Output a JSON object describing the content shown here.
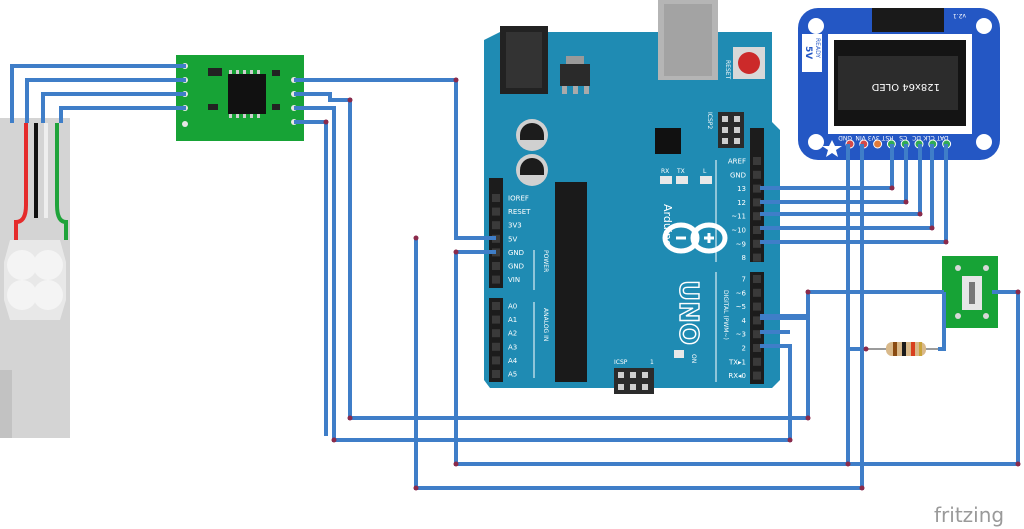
{
  "arduino": {
    "brand": "Arduino",
    "model": "UNO",
    "labels": {
      "reset": "RESET",
      "icsp2": "ICSP2",
      "icsp": "ICSP",
      "icsp_num": "1",
      "rx": "RX",
      "tx": "TX",
      "l": "L",
      "on": "ON",
      "power": "POWER",
      "analog_in": "ANALOG IN",
      "digital": "DIGITAL (PWM~)"
    },
    "power_pins": [
      "IOREF",
      "RESET",
      "3V3",
      "5V",
      "GND",
      "GND",
      "VIN"
    ],
    "analog_pins": [
      "A0",
      "A1",
      "A2",
      "A3",
      "A4",
      "A5"
    ],
    "digital_top": [
      "AREF",
      "GND",
      "13",
      "12",
      "~11",
      "~10",
      "~9",
      "8"
    ],
    "digital_bottom": [
      "7",
      "~6",
      "~5",
      "4",
      "~3",
      "2",
      "TX▸1",
      "RX◂0"
    ]
  },
  "oled": {
    "label": "128x64 OLED",
    "version": "v2.1",
    "voltage": "5V",
    "ready": "READY",
    "pins": [
      "GND",
      "VIN",
      "3V3",
      "RST",
      "CS",
      "DC",
      "CLK",
      "DAT"
    ]
  },
  "watermark": "fritzing",
  "colors": {
    "board": "#1f8bb3",
    "wire": "#3f7ec8",
    "hx711": "#17a336",
    "oled_frame": "#2457c4"
  }
}
